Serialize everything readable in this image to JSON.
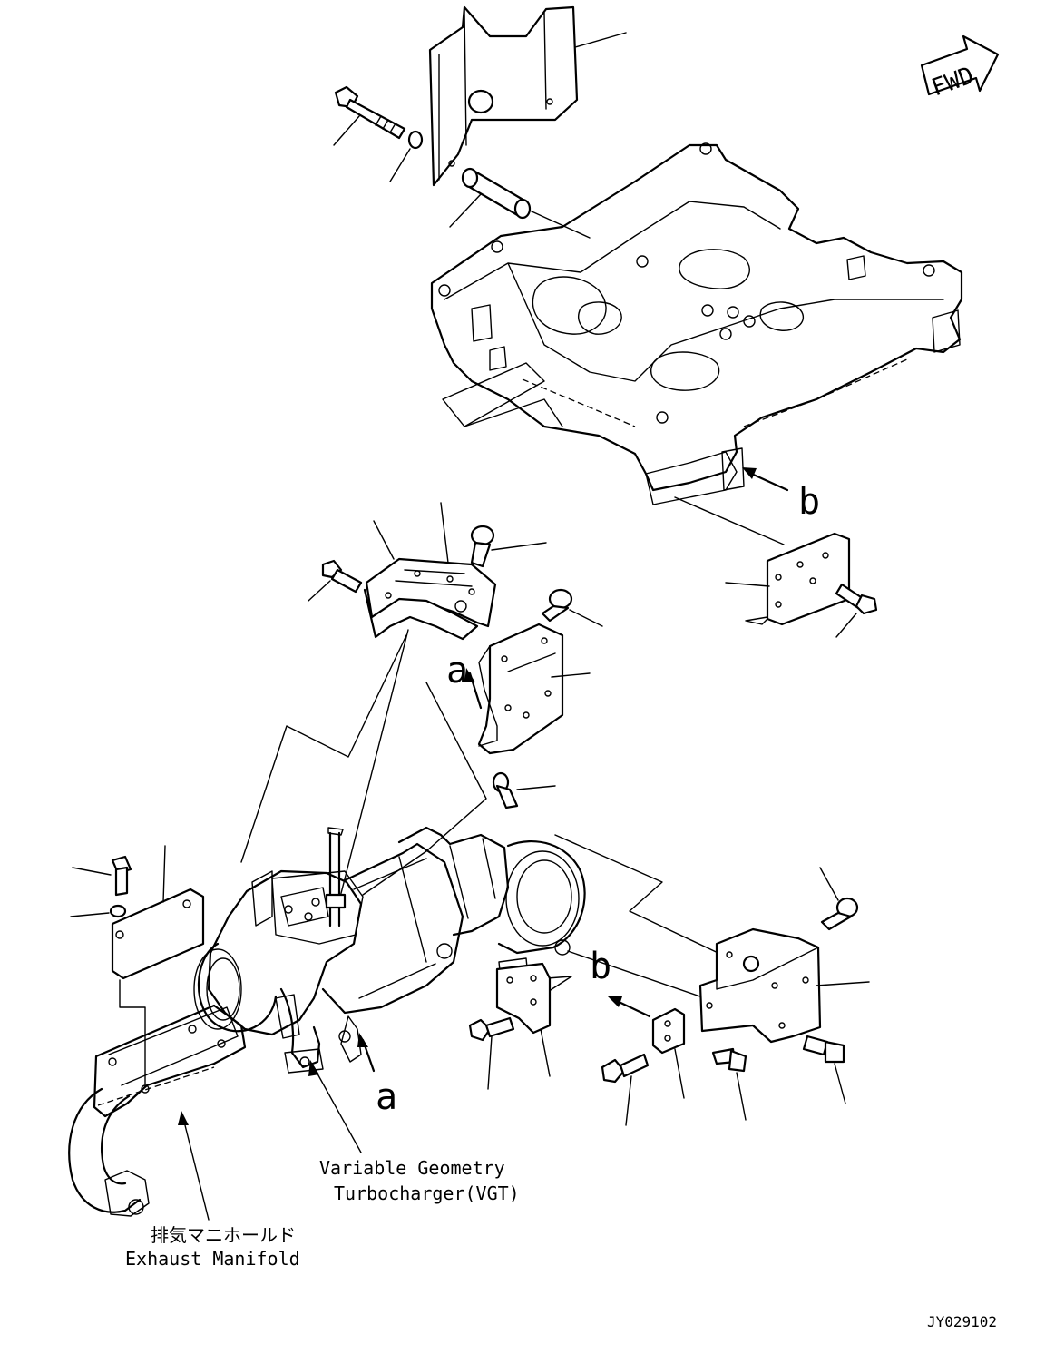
{
  "callouts": {
    "vgt_line1": "Variable Geometry",
    "vgt_line2": "Turbocharger(VGT)",
    "manifold_jp": "排気マニホールド",
    "manifold_en": "Exhaust Manifold"
  },
  "view_refs": {
    "a": "a",
    "b": "b"
  },
  "fwd_label": "FWD",
  "drawing_number": "JY029102"
}
